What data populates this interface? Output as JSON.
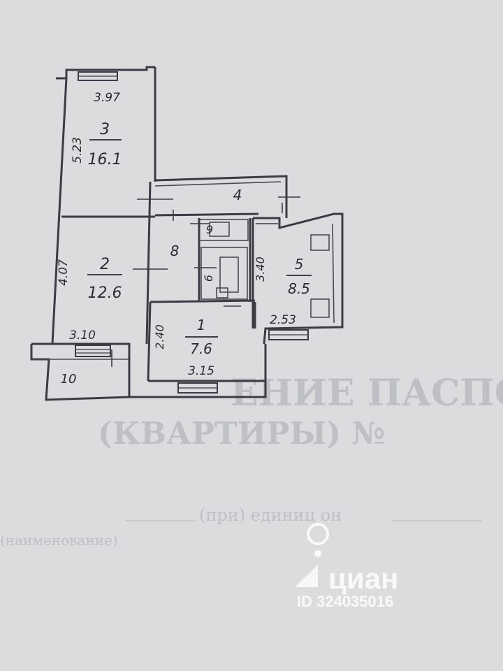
{
  "rooms": [
    {
      "number": "3",
      "area": "16.1",
      "width": "3.97",
      "length": "5.23"
    },
    {
      "number": "2",
      "area": "12.6",
      "width": "3.10",
      "length": "4.07"
    },
    {
      "number": "1",
      "area": "7.6",
      "width": "3.15",
      "length": "2.40"
    },
    {
      "number": "5",
      "area": "8.5",
      "width": "2.53",
      "length": "3.40"
    },
    {
      "number": "4"
    },
    {
      "number": "8"
    },
    {
      "number": "9"
    },
    {
      "number": "6"
    },
    {
      "number": "10"
    }
  ],
  "background_text": {
    "line1": "ЕНИЕ ПАСПОРТ",
    "line2": "(КВАРТИРЫ) №",
    "line3": "(при) единиц он",
    "line4": "(наименование)"
  },
  "watermark": {
    "brand": "циан",
    "id": "ID 324035016"
  },
  "colors": {
    "paper": "#dcdcdf",
    "ink": "#2a2b33",
    "watermark": "#ffffff"
  }
}
